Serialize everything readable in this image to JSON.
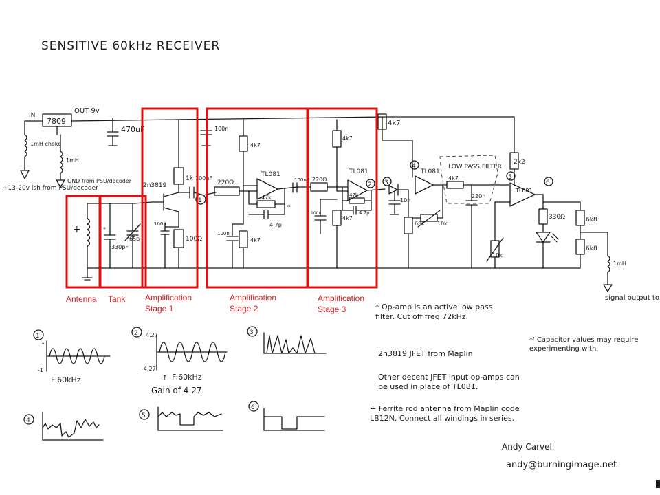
{
  "title": "SENSITIVE 60kHz RECEIVER",
  "supply": {
    "in_label": "IN",
    "out_label": "OUT 9v",
    "regulator": "7809",
    "choke_label": "1mH choke",
    "inductor_label": "1mH",
    "psu_label": "+13-20v ish from PSU/decoder",
    "gnd_label": "GND from PSU/decoder",
    "bulk_cap": "470uF"
  },
  "stages": [
    {
      "id": "antenna",
      "caption": "Antenna"
    },
    {
      "id": "tank",
      "caption": "Tank"
    },
    {
      "id": "amp1",
      "caption": "Amplification Stage 1"
    },
    {
      "id": "amp2",
      "caption": "Amplification Stage 2"
    },
    {
      "id": "amp3",
      "caption": "Amplification Stage 3"
    }
  ],
  "components": {
    "tank_cap_fixed": "330pF",
    "tank_cap_var": "65p",
    "tank_star": "*",
    "antenna_plus": "+",
    "jfet": "2n3819",
    "r_drain": "1k",
    "c_couple1": "100nF",
    "c_source": "100n",
    "r_source": "100Ω",
    "c_decouple2": "100n",
    "r_bias_top2": "4k7",
    "r_in2": "220Ω",
    "opamp2": "TL081",
    "r_fb2": "47k",
    "c_fb2": "4.7p",
    "c_bias2": "100n",
    "r_bias_bot2": "4k7",
    "c_couple2": "100n",
    "r_in3": "220Ω",
    "r_bias_top3": "4k7",
    "opamp3": "TL081",
    "r_fb3": "47k",
    "c_fb3": "4.7p",
    "c_bias3": "100n",
    "r_bias_bot3": "4k7",
    "r_top_right": "4k7",
    "c_det": "10n",
    "r_68k": "68k",
    "opamp4": "TL081",
    "r_pot": "10k",
    "lpf_label": "LOW PASS FILTER",
    "r_lpf": "4k7",
    "c_lpf": "220n",
    "r_2k2": "2k2",
    "opamp5": "TL081",
    "r_pot2": "10k",
    "r_330": "330Ω",
    "r_6k8a": "6k8",
    "r_6k8b": "6k8",
    "l_out": "1mH",
    "out_label": "signal output to decoder"
  },
  "nodes": [
    "1",
    "2",
    "3",
    "4",
    "5",
    "6"
  ],
  "notes": {
    "star1": "* Op-amp is an active low pass filter. Cut off freq 72kHz.",
    "star2": "*' Capacitor values may require experimenting with.",
    "jfet_note": "2n3819 JFET from Maplin",
    "opamp_note": "Other decent JFET input op-amps can be used in place of TL081.",
    "ferrite": "+ Ferrite rod antenna from Maplin code LB12N. Connect all windings in series."
  },
  "waveforms": [
    {
      "id": "1",
      "label": "F:60kHz",
      "top": "1",
      "bottom": "-1"
    },
    {
      "id": "2",
      "label": "F:60kHz",
      "top": "4.27",
      "bottom": "-4.27",
      "gain": "Gain of 4.27"
    },
    {
      "id": "3"
    },
    {
      "id": "4"
    },
    {
      "id": "5"
    },
    {
      "id": "6"
    }
  ],
  "signature": {
    "name": "Andy Carvell",
    "email": "andy@burningimage.net"
  }
}
